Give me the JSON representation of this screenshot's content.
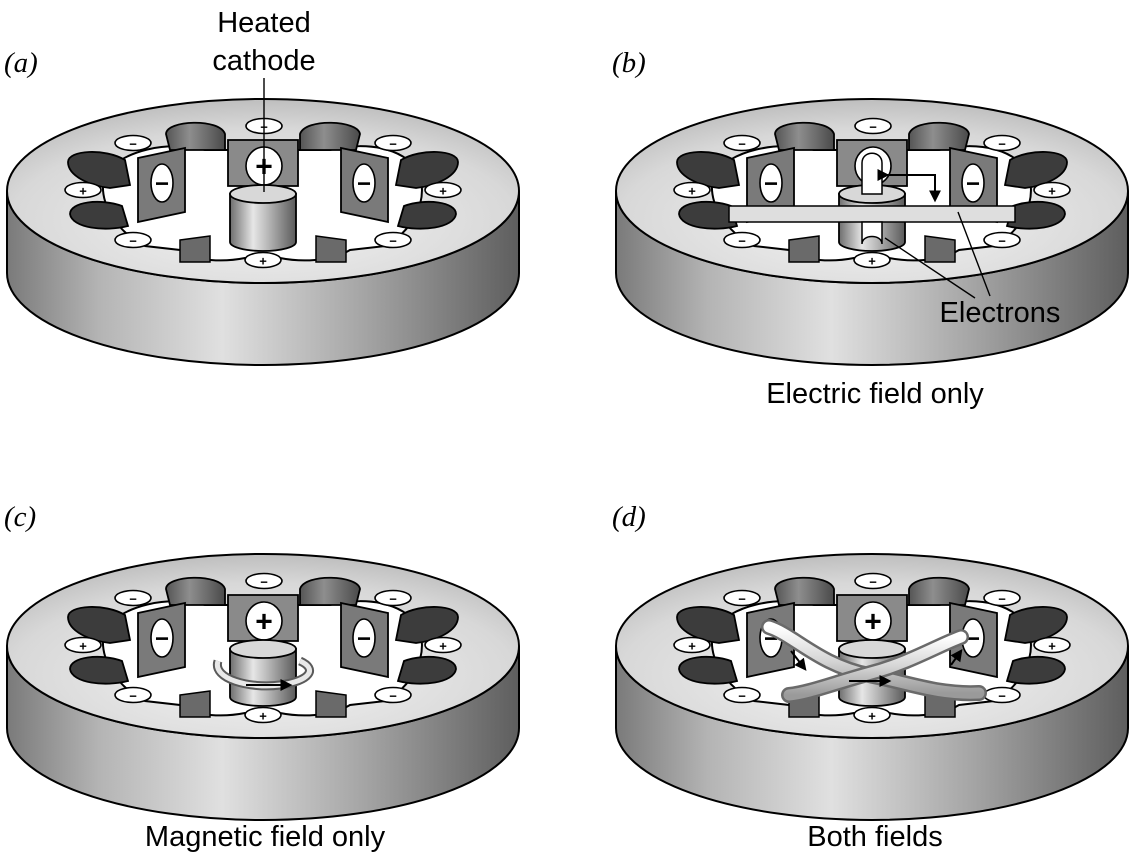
{
  "panels": [
    {
      "id": "a",
      "label": "(a)",
      "caption": "",
      "callout": [
        "Heated",
        "cathode"
      ],
      "mode": "none"
    },
    {
      "id": "b",
      "label": "(b)",
      "caption": "Electric field only",
      "callout": [
        "Electrons"
      ],
      "mode": "electric"
    },
    {
      "id": "c",
      "label": "(c)",
      "caption": "Magnetic field only",
      "callout": [],
      "mode": "magnetic"
    },
    {
      "id": "d",
      "label": "(d)",
      "caption": "Both fields",
      "callout": [],
      "mode": "both"
    }
  ],
  "signs": {
    "plus": "+",
    "minus": "−"
  }
}
